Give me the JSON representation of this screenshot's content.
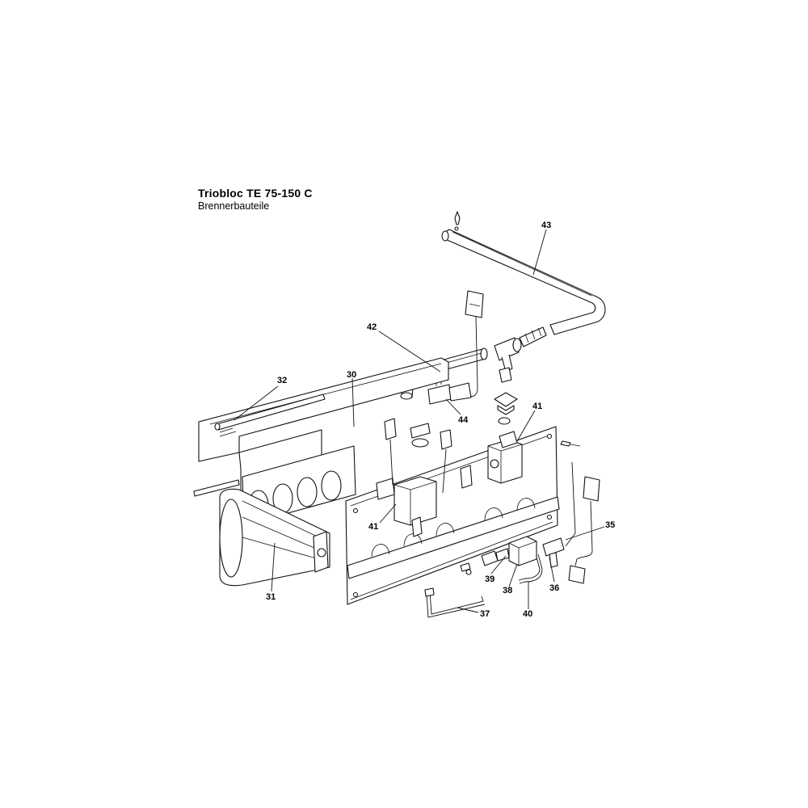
{
  "header": {
    "title": "Triobloc TE 75-150 C",
    "subtitle": "Brennerbauteile"
  },
  "callouts": {
    "p30": "30",
    "p31": "31",
    "p32": "32",
    "p35": "35",
    "p36": "36",
    "p37": "37",
    "p38": "38",
    "p39": "39",
    "p40": "40",
    "p41a": "41",
    "p41b": "41",
    "p42": "42",
    "p43": "43",
    "p44": "44"
  }
}
